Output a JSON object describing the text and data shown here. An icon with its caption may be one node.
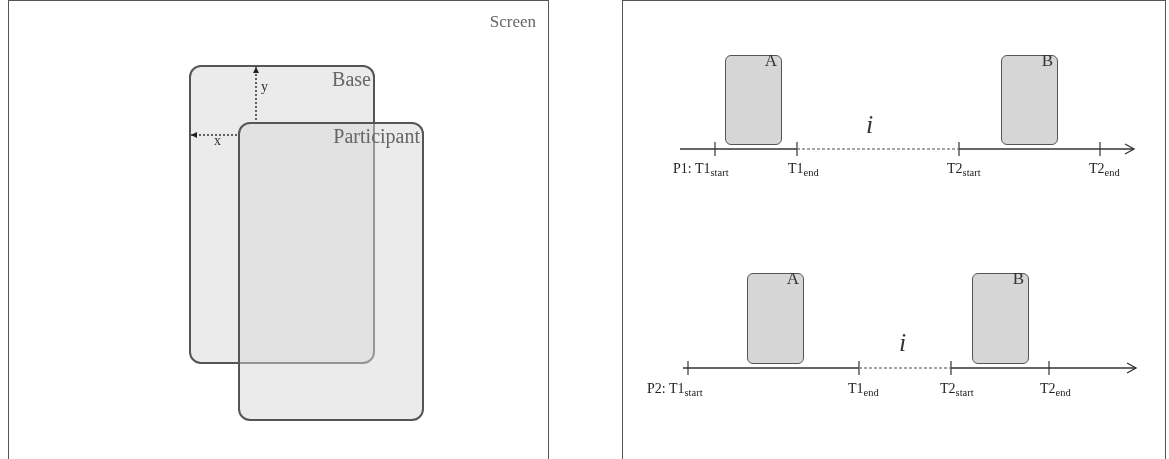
{
  "diagram": {
    "nodes": [
      {
        "text": [
          "Screen"
        ]
      },
      {
        "text": [
          "Base"
        ],
        "in": 0
      },
      {
        "text": [
          "Participant"
        ],
        "in": 0
      },
      {
        "text": [
          "A"
        ]
      },
      {
        "text": [
          "B"
        ]
      },
      {
        "text": [
          "A"
        ]
      },
      {
        "text": [
          "B"
        ]
      }
    ],
    "labels": [
      "y",
      "x",
      "i",
      "P1: T1$_{start}$",
      "T1$_{end}$",
      "T2$_{start}$",
      "T2$_{end}$",
      "i",
      "P2: T1$_{start}$",
      "T1$_{end}$",
      "T2$_{start}$",
      "T2$_{end}$"
    ]
  }
}
